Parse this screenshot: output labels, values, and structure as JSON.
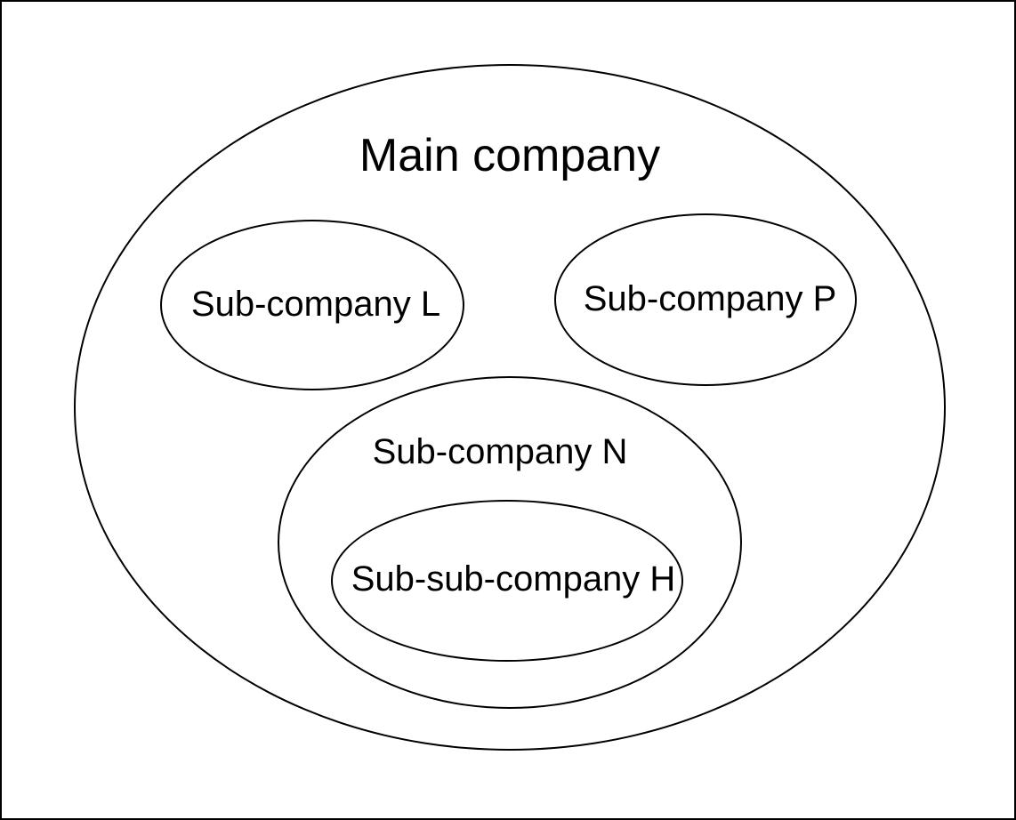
{
  "diagram": {
    "type": "nested-ellipses",
    "colors": {
      "background": "#ffffff",
      "stroke": "#000000",
      "text": "#000000"
    },
    "nodes": {
      "main": {
        "label": "Main company"
      },
      "sub_l": {
        "label": "Sub-company L"
      },
      "sub_p": {
        "label": "Sub-company P"
      },
      "sub_n": {
        "label": "Sub-company N"
      },
      "sub_sub_h": {
        "label": "Sub-sub-company H"
      }
    },
    "containment": [
      {
        "parent": "Main company",
        "children": [
          "Sub-company L",
          "Sub-company P",
          "Sub-company N"
        ]
      },
      {
        "parent": "Sub-company N",
        "children": [
          "Sub-sub-company H"
        ]
      }
    ]
  }
}
